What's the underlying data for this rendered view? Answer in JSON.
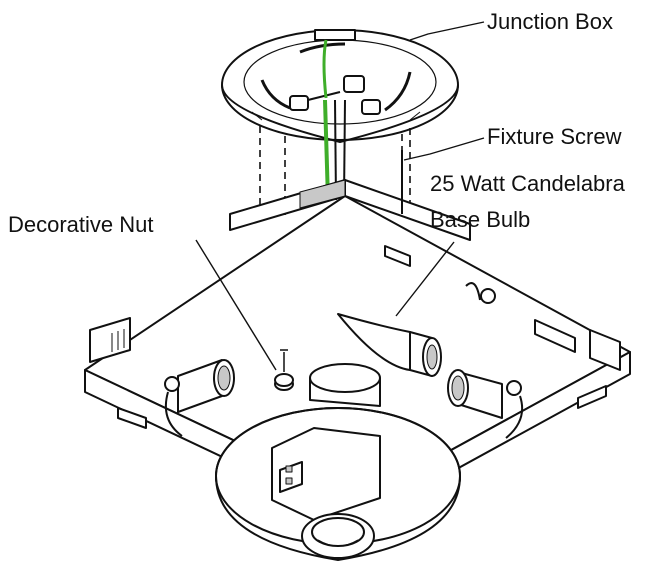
{
  "labels": {
    "junction_box": "Junction Box",
    "fixture_screw": "Fixture Screw",
    "bulb_line1": "25 Watt Candelabra",
    "bulb_line2": "Base Bulb",
    "decorative_nut": "Decorative Nut"
  },
  "colors": {
    "line": "#111111",
    "fill": "#ffffff",
    "shade": "#c8c8c8",
    "wire_green": "#3fae2a"
  }
}
